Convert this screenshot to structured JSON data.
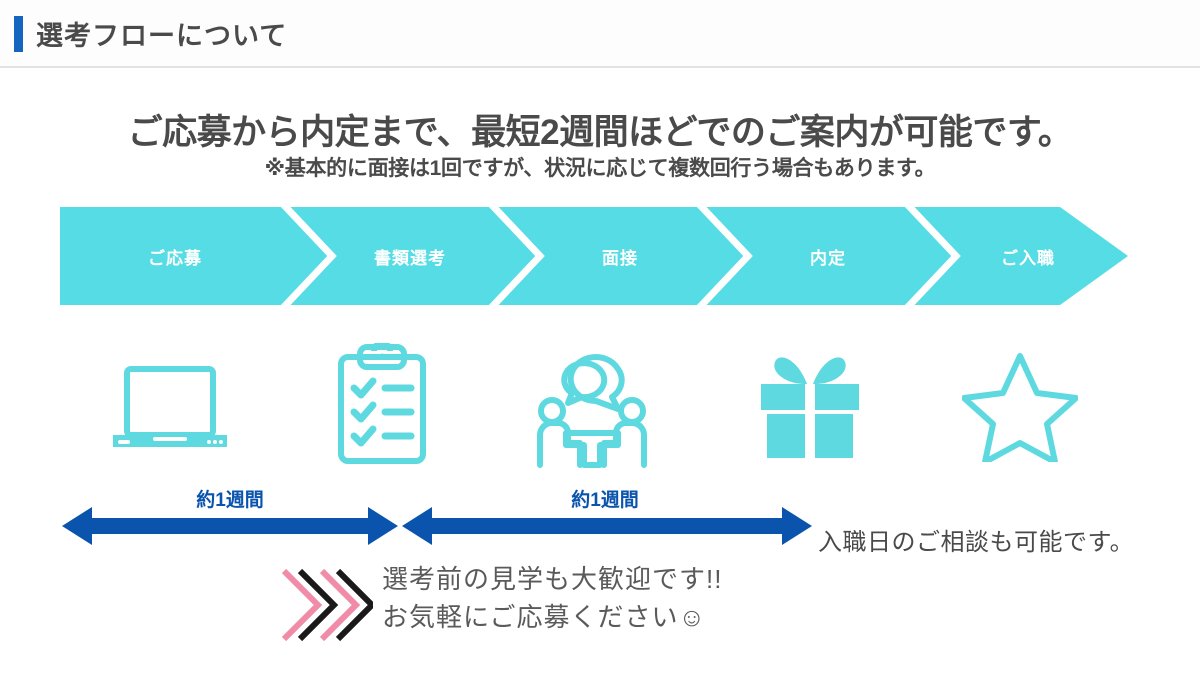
{
  "colors": {
    "turquoise": "#56dce4",
    "turquoise_icon": "#5fd9e0",
    "blue_arrow": "#0b54ad",
    "header_accent": "#1565c0",
    "text_dark": "#4a4a4a",
    "text_gray": "#5a5a5a",
    "pink": "#f08ba8",
    "black": "#1a1a1a",
    "rule": "#e3e3e3"
  },
  "header": {
    "title": "選考フローについて",
    "accent_icon": "vertical-bar-accent"
  },
  "main": {
    "headline": "ご応募から内定まで、最短2週間ほどでのご案内が可能です。",
    "subhead": "※基本的に面接は1回ですが、状況に応じて複数回行う場合もあります。"
  },
  "flow": {
    "steps": [
      {
        "label": "ご応募",
        "icon": "laptop-icon"
      },
      {
        "label": "書類選考",
        "icon": "clipboard-checklist-icon"
      },
      {
        "label": "面接",
        "icon": "interview-people-icon"
      },
      {
        "label": "内定",
        "icon": "gift-box-icon"
      },
      {
        "label": "ご入職",
        "icon": "star-outline-icon"
      }
    ]
  },
  "timeline": {
    "durations": [
      {
        "label": "約1週間"
      },
      {
        "label": "約1週間"
      }
    ],
    "note": "入職日のご相談も可能です。"
  },
  "callout": {
    "chevron_icon": "double-chevron-right-icon",
    "line1": "選考前の見学も大歓迎です!!",
    "line2": "お気軽にご応募ください☺"
  }
}
